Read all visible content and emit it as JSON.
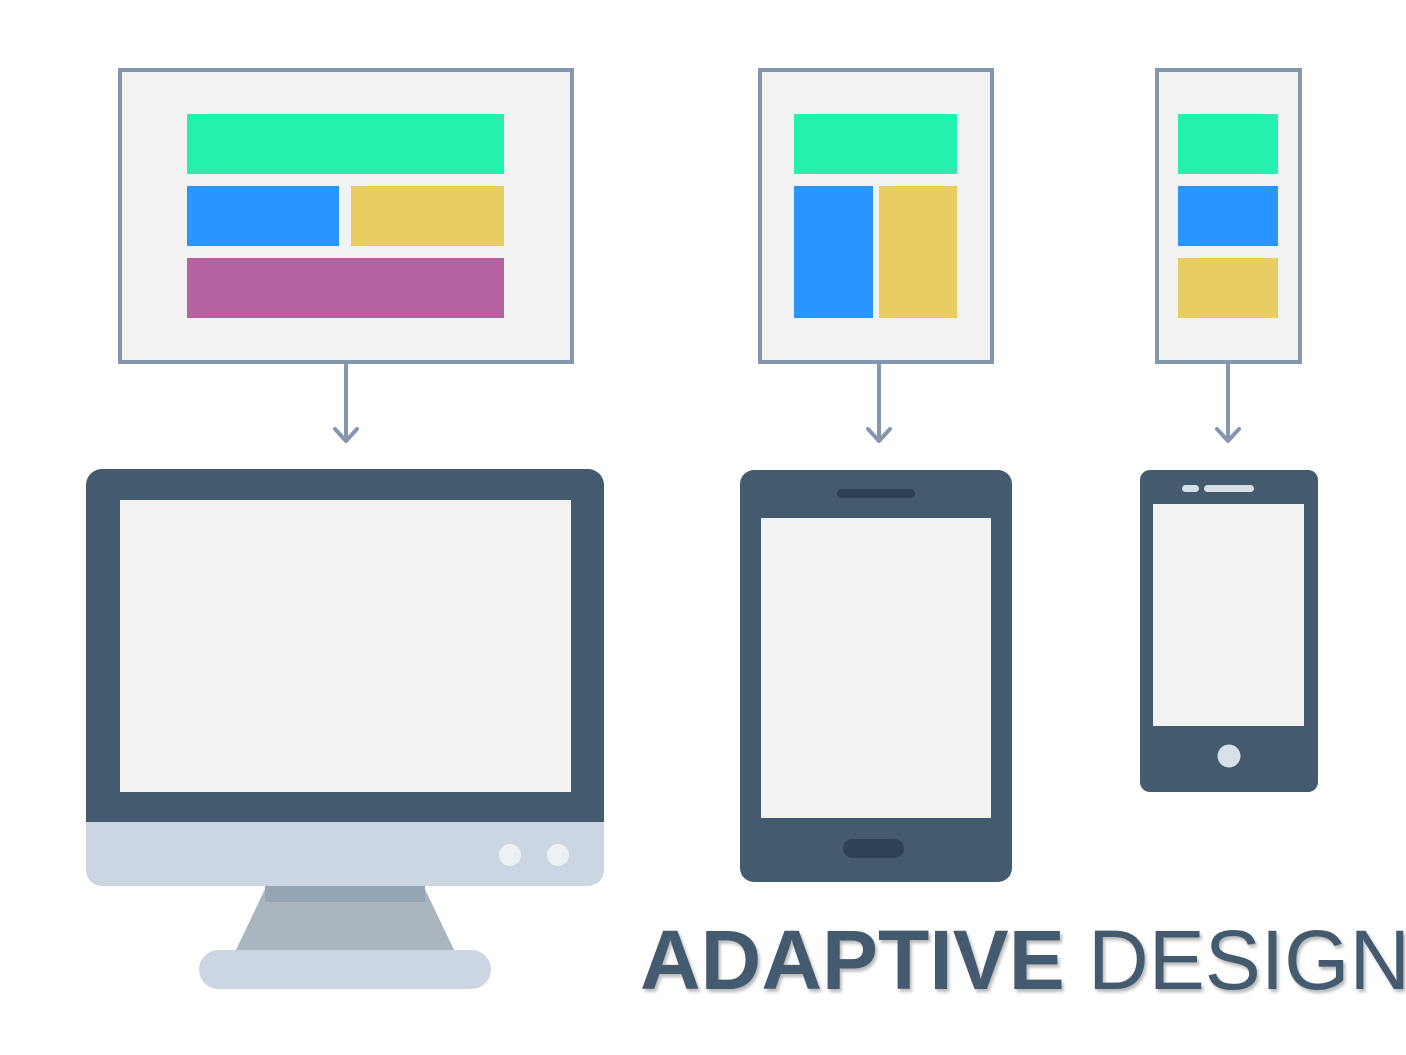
{
  "title": {
    "bold": "ADAPTIVE",
    "regular": " DESIGN"
  },
  "colors": {
    "header_block": "#26f0ae",
    "blue_block": "#2b95ff",
    "yellow_block": "#e8ce62",
    "purple_block": "#b662a1",
    "wireframe_border": "#8597ae",
    "wireframe_bg": "#f2f2f2",
    "device_body": "#435a6f",
    "device_screen": "#f2f2f2",
    "monitor_chin": "#ccd6e2",
    "monitor_stand": "#aab5bf",
    "title_text": "#435a6f"
  },
  "devices": [
    "desktop-monitor",
    "tablet",
    "smartphone"
  ]
}
